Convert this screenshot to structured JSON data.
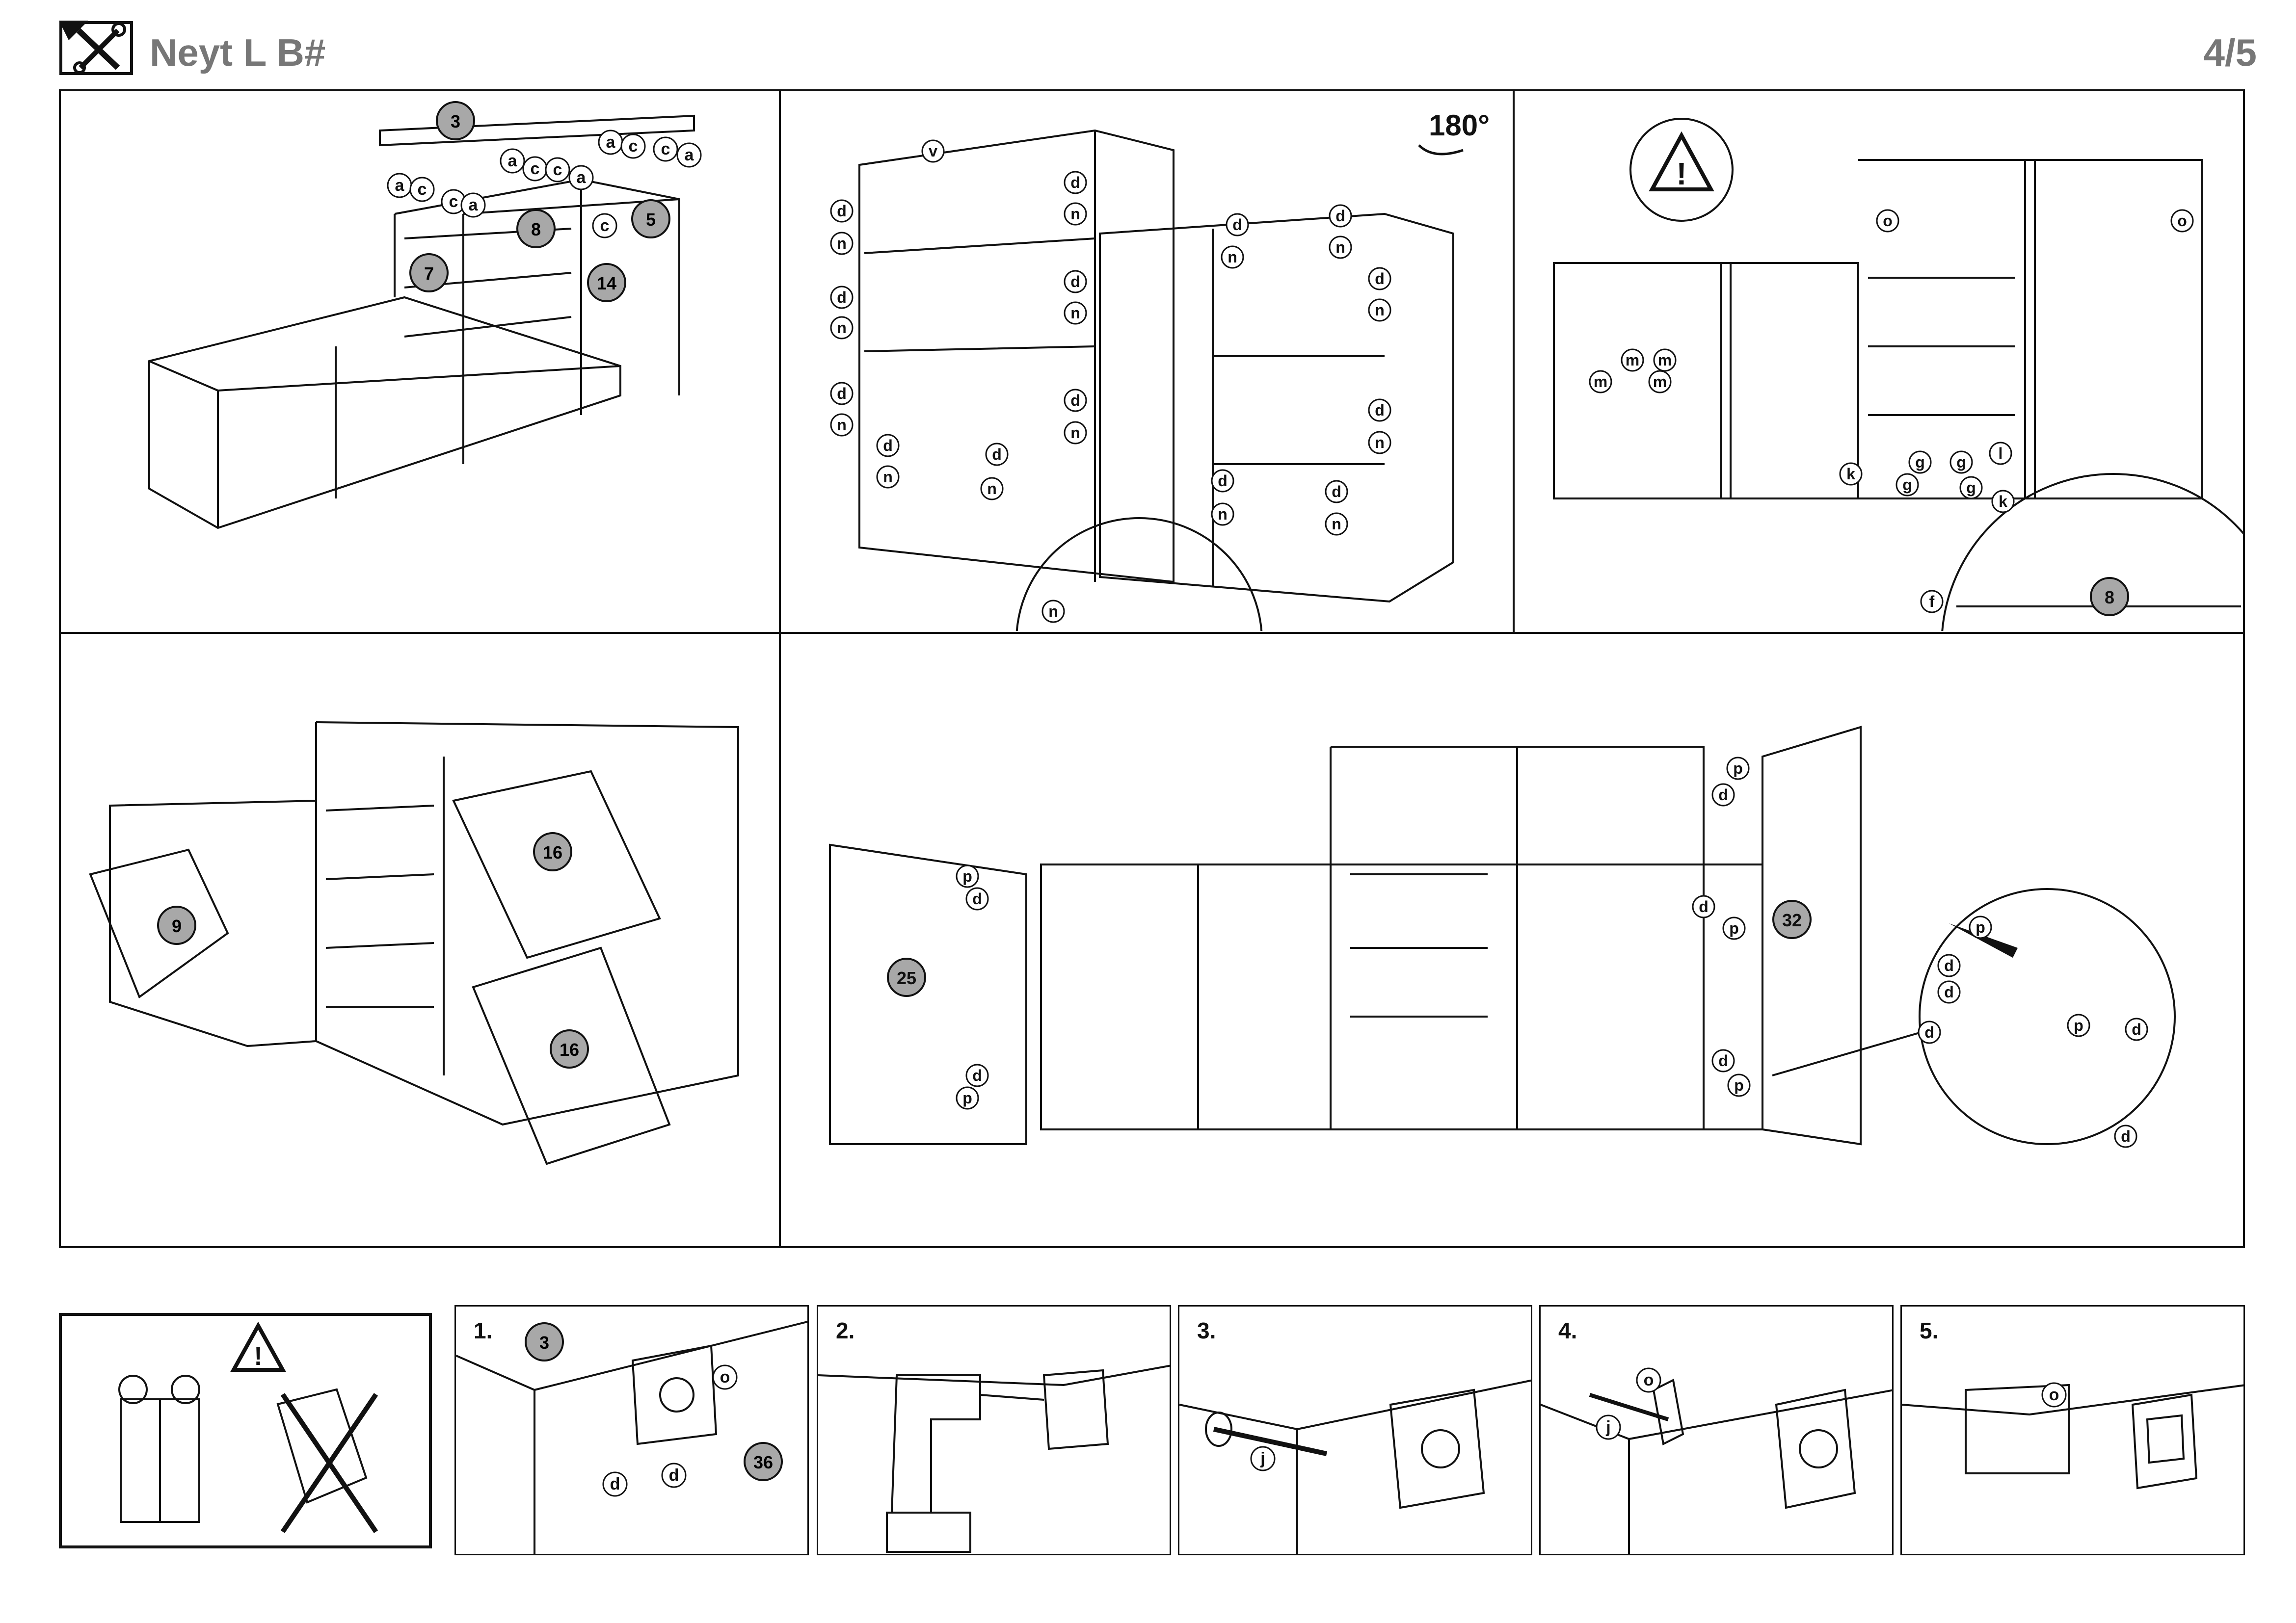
{
  "header": {
    "title": "Neyt L B#",
    "page": "4/5",
    "tool_icon": "wrench-screwdriver-icon"
  },
  "rotate_label": "180°",
  "warning_icon": "warning-triangle-icon",
  "steps": {
    "panel_1": {
      "parts": [
        "3",
        "5",
        "7",
        "8",
        "14"
      ],
      "fittings": [
        "a",
        "c"
      ]
    },
    "panel_2": {
      "fittings": [
        "v",
        "d",
        "n"
      ]
    },
    "panel_3": {
      "parts": [
        "8"
      ],
      "fittings": [
        "o",
        "m",
        "k",
        "g",
        "l",
        "f"
      ]
    },
    "panel_4": {
      "parts": [
        "9",
        "16",
        "16"
      ]
    },
    "panel_5": {
      "parts": [
        "25",
        "32"
      ],
      "fittings": [
        "p",
        "d"
      ]
    }
  },
  "wall_fixing": {
    "steps": [
      {
        "label": "1.",
        "part": "3",
        "count": "36",
        "fittings": [
          "o",
          "d",
          "d"
        ]
      },
      {
        "label": "2."
      },
      {
        "label": "3.",
        "fittings": [
          "j"
        ]
      },
      {
        "label": "4.",
        "fittings": [
          "o",
          "j"
        ]
      },
      {
        "label": "5.",
        "fittings": [
          "o"
        ]
      }
    ]
  },
  "colors": {
    "line": "#111111",
    "part_fill": "#a8a8a8",
    "header_text": "#777777"
  }
}
